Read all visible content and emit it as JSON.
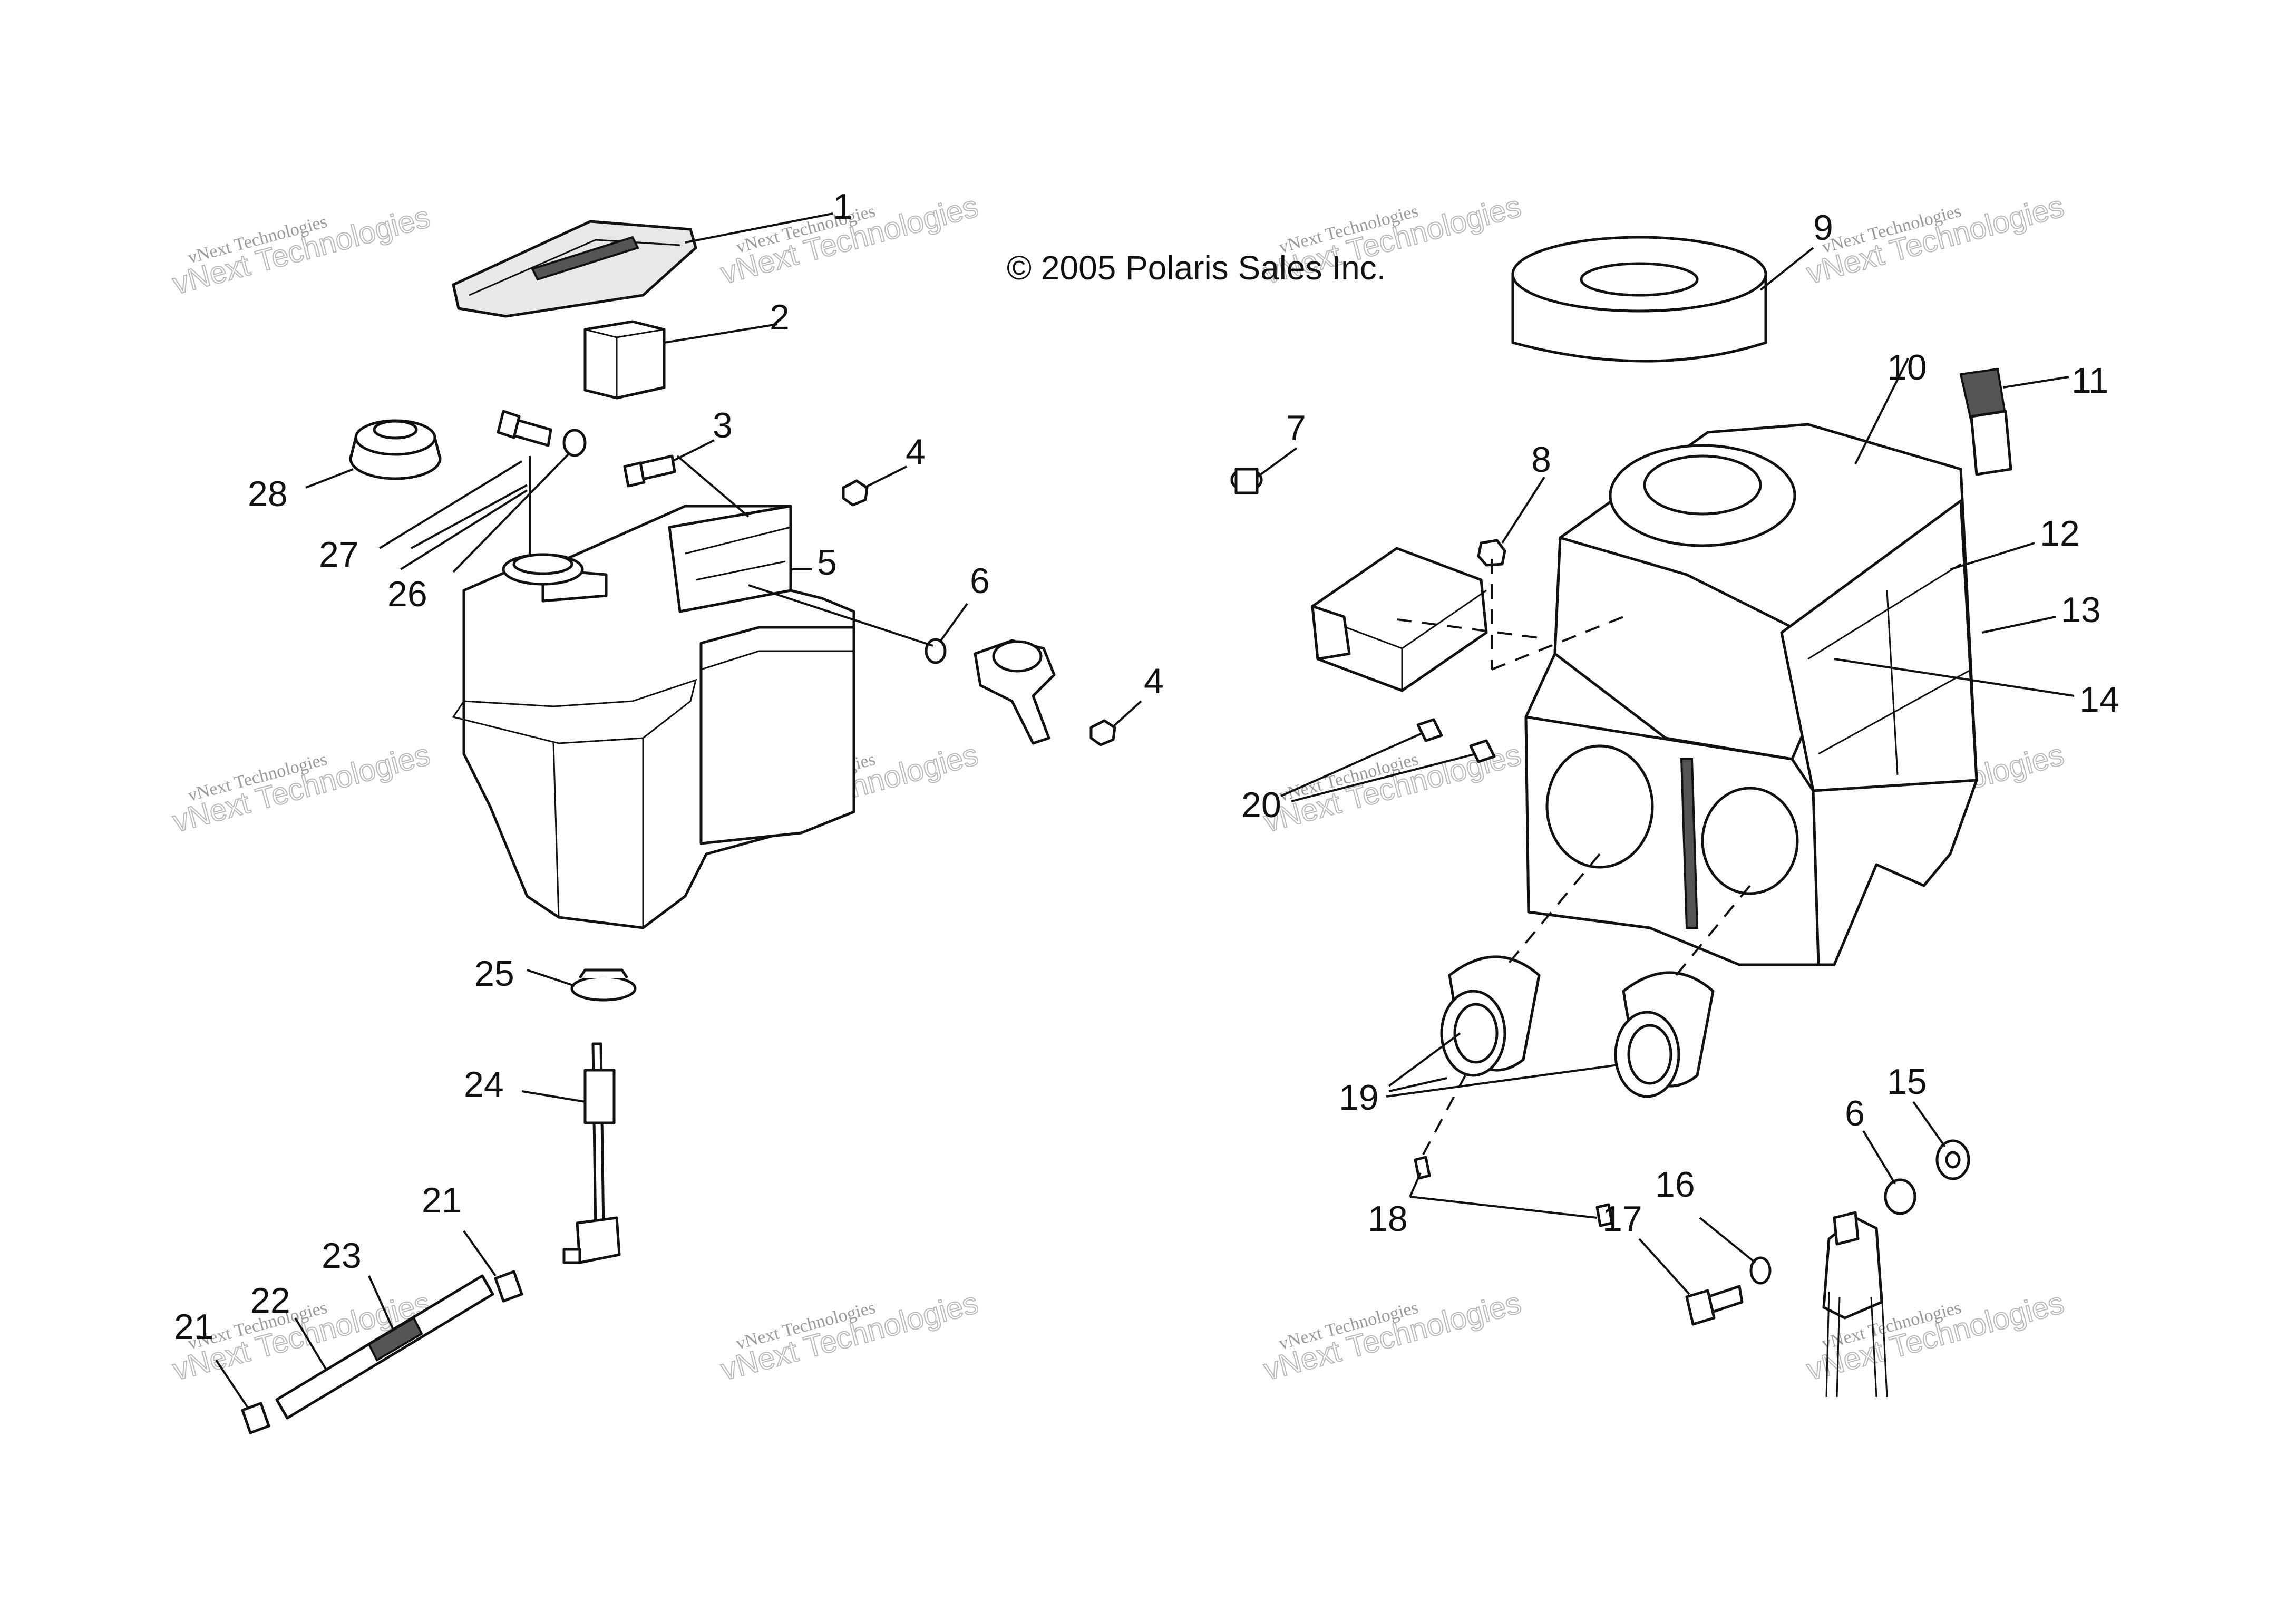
{
  "copyright": "© 2005 Polaris Sales Inc.",
  "watermark": {
    "line1": "vNext Technologies",
    "line2": "vNext Technologies"
  },
  "callouts": {
    "c1": "1",
    "c2": "2",
    "c3": "3",
    "c4a": "4",
    "c4b": "4",
    "c5": "5",
    "c6a": "6",
    "c6b": "6",
    "c7": "7",
    "c8": "8",
    "c9": "9",
    "c10": "10",
    "c11": "11",
    "c12": "12",
    "c13": "13",
    "c14": "14",
    "c15": "15",
    "c16": "16",
    "c17": "17",
    "c18": "18",
    "c19": "19",
    "c20": "20",
    "c21a": "21",
    "c21b": "21",
    "c22": "22",
    "c23": "23",
    "c24": "24",
    "c25": "25",
    "c26": "26",
    "c27": "27",
    "c28": "28"
  }
}
